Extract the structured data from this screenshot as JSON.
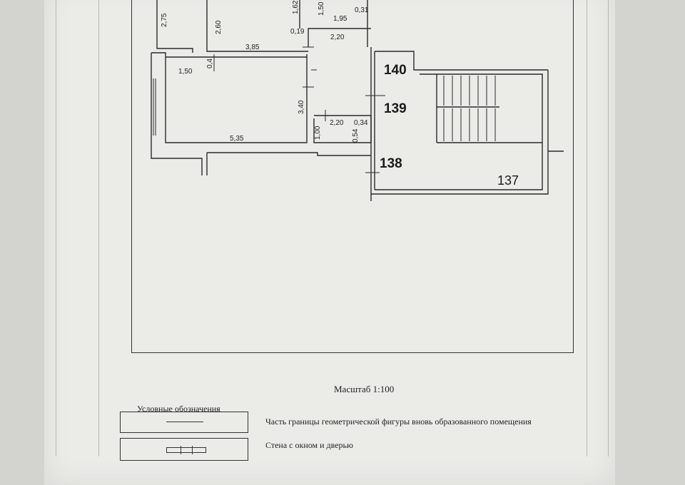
{
  "plan": {
    "rooms": {
      "r140": "140",
      "r139": "139",
      "r138": "138",
      "r137": "137"
    },
    "dims": {
      "d275": "2,75",
      "d260": "2,60",
      "d162": "1,62",
      "d150a": "1,50",
      "d195": "1,95",
      "d031": "0,31",
      "d019": "0,19",
      "d220a": "2,20",
      "d385": "3,85",
      "d04": "0,4",
      "d150b": "1,50",
      "d340": "3,40",
      "d100": "1,00",
      "d220b": "2,20",
      "d034": "0,34",
      "d054": "0,54",
      "d535": "5,35"
    }
  },
  "footer": {
    "scale": "Масштаб 1:100",
    "legend_title": "Условные обозначения",
    "legend_items": [
      "Часть границы геометрической фигуры вновь образованного помещения",
      "Стена с окном и дверью"
    ]
  }
}
